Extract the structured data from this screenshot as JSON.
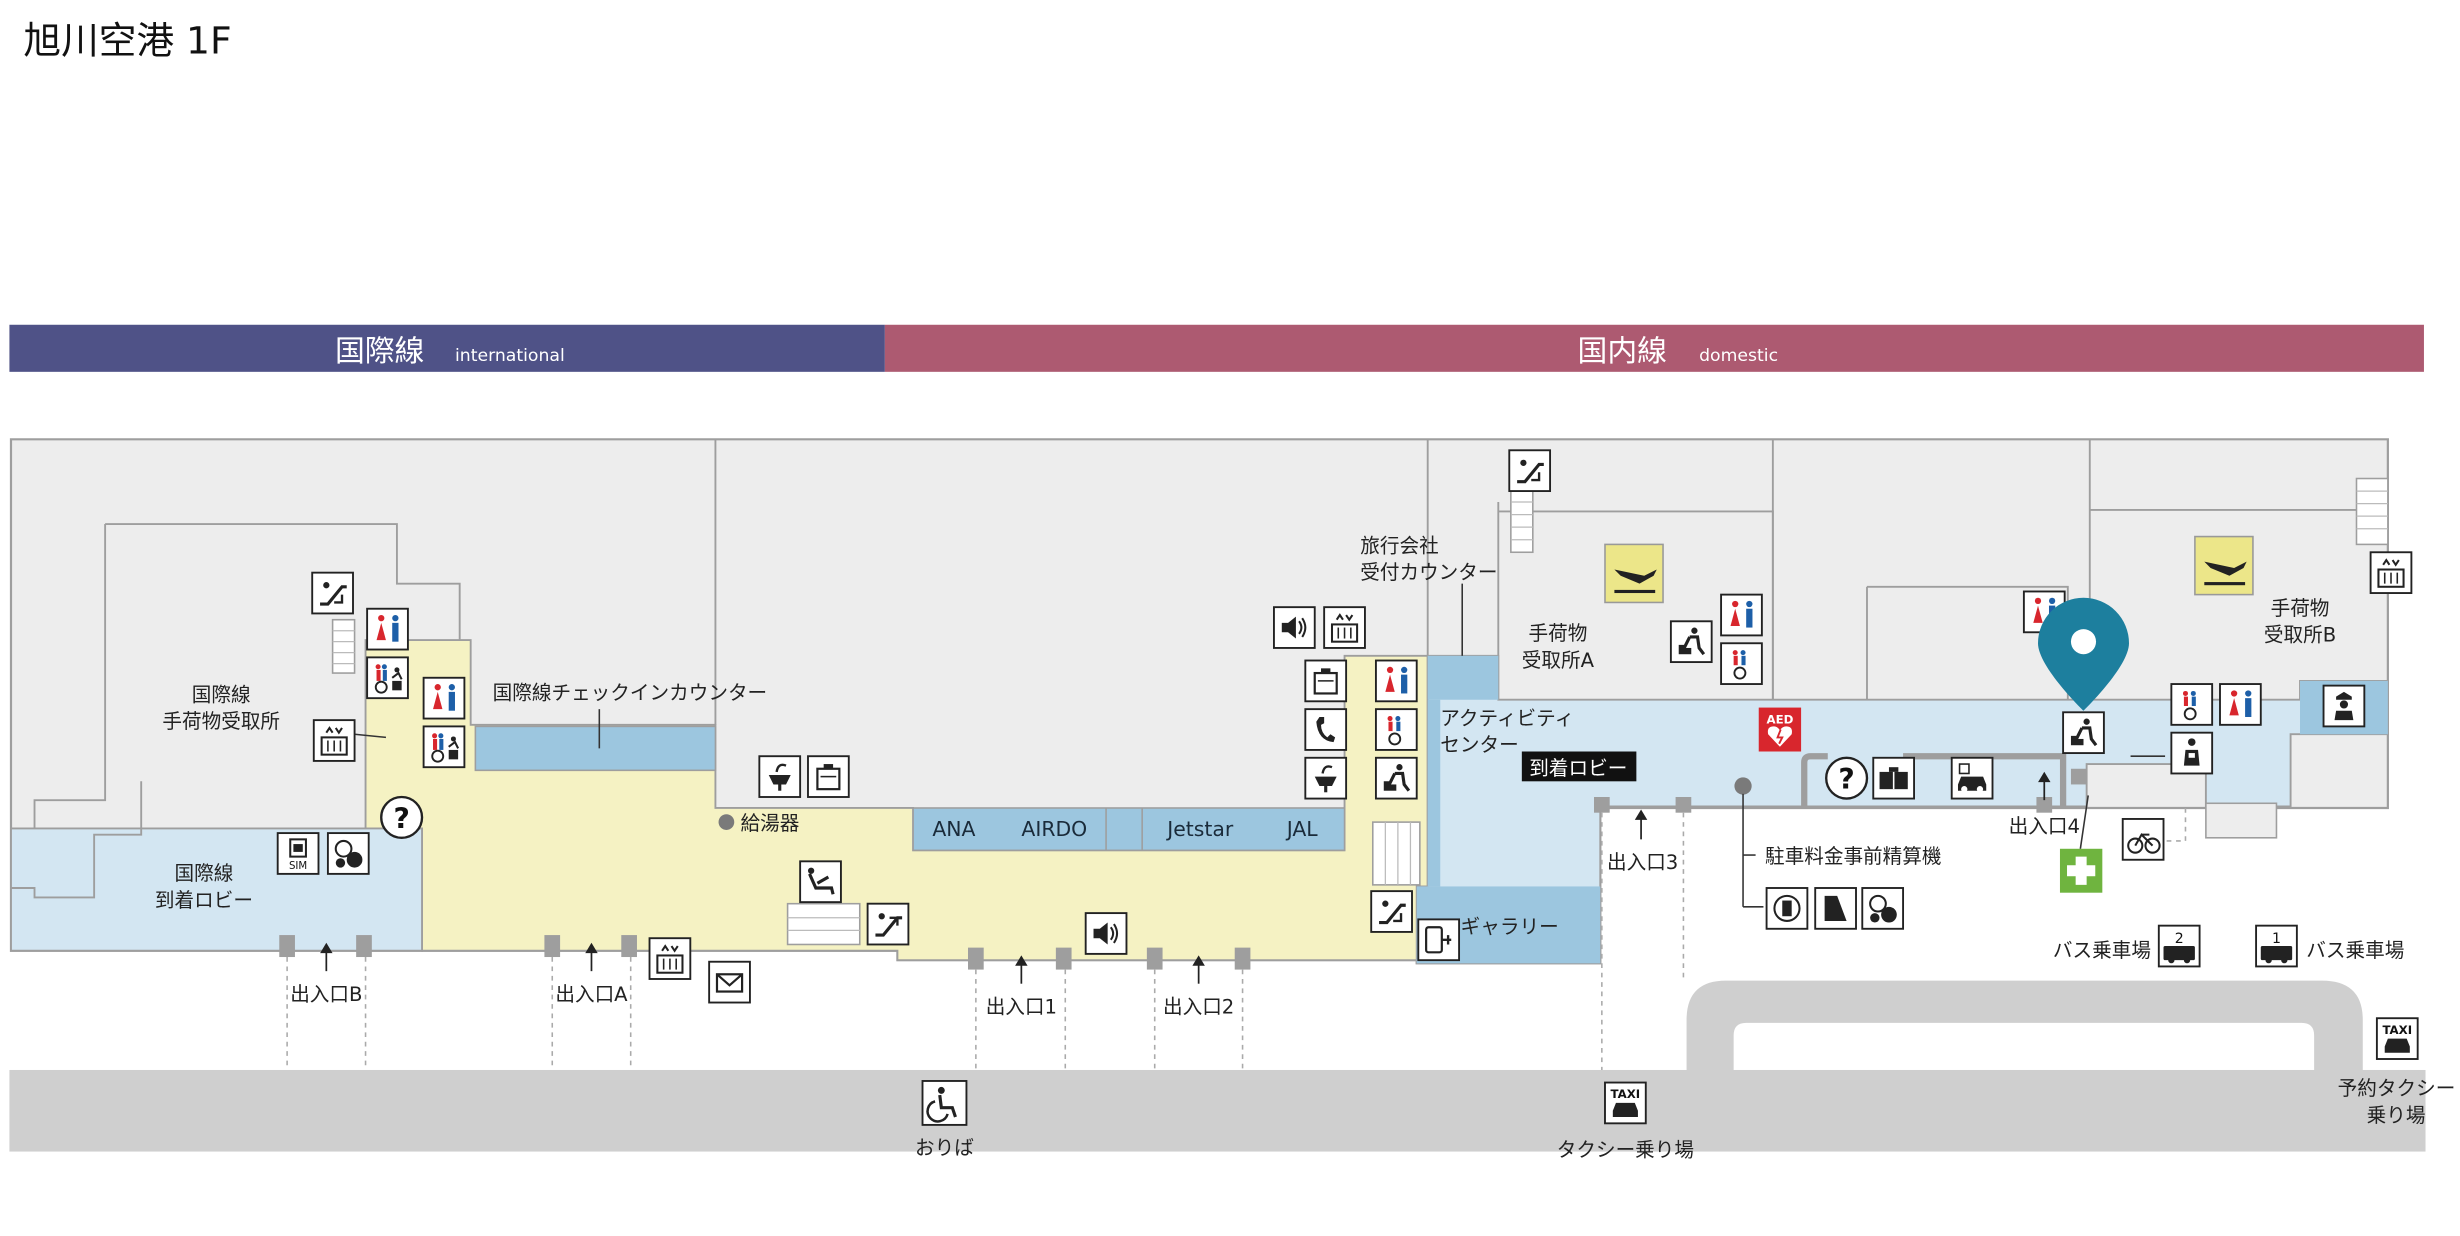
{
  "page_title": "旭川空港 1F",
  "bands": {
    "international": {
      "jp": "国際線",
      "en": "international",
      "color": "#4f5287"
    },
    "domestic": {
      "jp": "国内線",
      "en": "domestic",
      "color": "#ad5a71"
    }
  },
  "colors": {
    "room_gray": "#ededed",
    "lobby_blue": "#d3e6f2",
    "counter_blue": "#9cc6df",
    "check_yellow": "#f5f2c3",
    "road_gray": "#cfcfcf",
    "outline": "#9e9e9e",
    "pin": "#1d7f9e",
    "firstaid": "#6fb43f",
    "aed_red": "#d8262d"
  },
  "areas": {
    "intl_baggage": [
      "国際線",
      "手荷物受取所"
    ],
    "intl_checkin": "国際線チェックインカウンター",
    "intl_arrival": [
      "国際線",
      "到着ロビー"
    ],
    "hot_water": "給湯器",
    "travel_counter": [
      "旅行会社",
      "受付カウンター"
    ],
    "activity": [
      "アクティビティ",
      "センター"
    ],
    "arrival_lobby": "到着ロビー",
    "baggage_a": [
      "手荷物",
      "受取所A"
    ],
    "baggage_b": [
      "手荷物",
      "受取所B"
    ],
    "gallery": "ギャラリー",
    "parking_payment": "駐車料金事前精算機"
  },
  "airlines": [
    "ANA",
    "AIRDO",
    "Jetstar",
    "JAL"
  ],
  "entrances": {
    "b": "出入口B",
    "a": "出入口A",
    "e1": "出入口1",
    "e2": "出入口2",
    "e3": "出入口3",
    "e4": "出入口4"
  },
  "transport": {
    "dropoff": "おりば",
    "taxi_stand": "タクシー乗り場",
    "reserved_taxi": [
      "予約タクシー",
      "乗り場"
    ],
    "bus2": "バス乗車場",
    "bus1": "バス乗車場",
    "bus2_num": "2",
    "bus1_num": "1",
    "taxi_sign": "TAXI"
  },
  "icon_text": {
    "aed": "AED",
    "sim": "SIM",
    "question": "?"
  },
  "icons": [
    "escalator-icon",
    "elevator-icon",
    "restroom-icon",
    "multipurpose-restroom-icon",
    "information-icon",
    "sim-icon",
    "currency-exchange-icon",
    "mail-icon",
    "massage-chair-icon",
    "speaker-icon",
    "locker-icon",
    "phone-icon",
    "water-fountain-icon",
    "baby-room-icon",
    "baggage-claim-icon",
    "aed-icon",
    "atm-icon",
    "car-rental-icon",
    "first-aid-icon",
    "bicycle-icon",
    "bus-icon",
    "taxi-icon",
    "wheelchair-icon",
    "location-pin-icon",
    "police-icon"
  ]
}
